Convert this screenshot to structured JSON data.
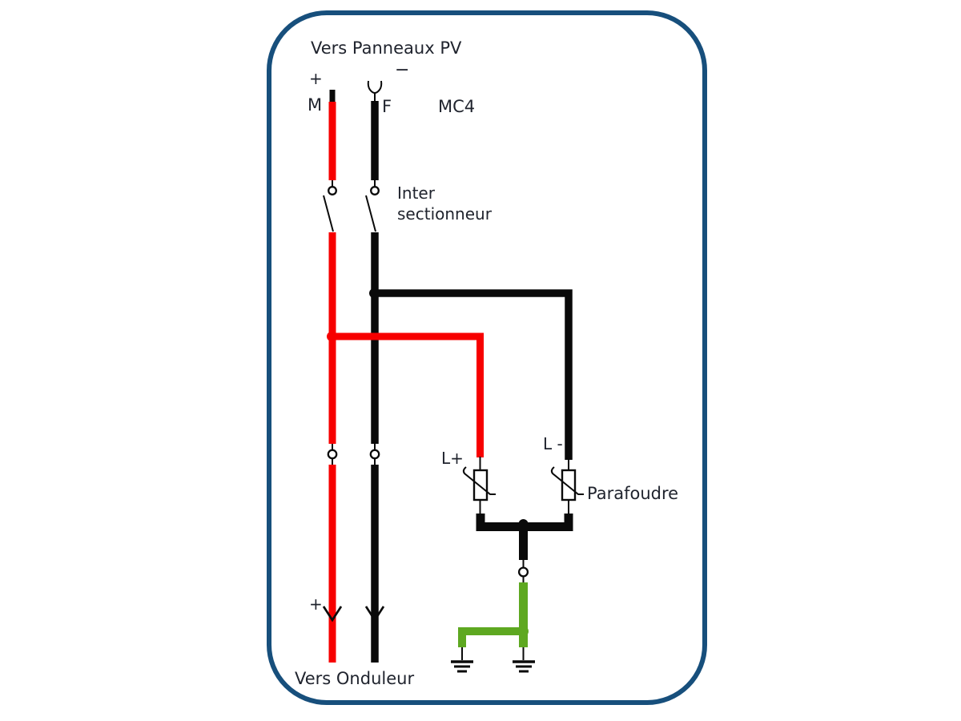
{
  "diagram": {
    "title_top": "Vers Panneaux PV",
    "title_bottom": "Vers Onduleur",
    "labels": {
      "plus_top": "+",
      "minus_top": "−",
      "male_connector": "M",
      "female_connector": "F",
      "connector_type": "MC4",
      "switch_label": "Inter\nsectionneur",
      "line_plus": "L+",
      "line_minus": "L -",
      "surge_protector": "Parafoudre",
      "plus_bottom": "+"
    }
  },
  "colors": {
    "border": "#174f7c",
    "wire_red": "#f70000",
    "wire_black": "#0a0a0a",
    "wire_green": "#5ea821",
    "text": "#20242e",
    "background": "#ffffff"
  }
}
